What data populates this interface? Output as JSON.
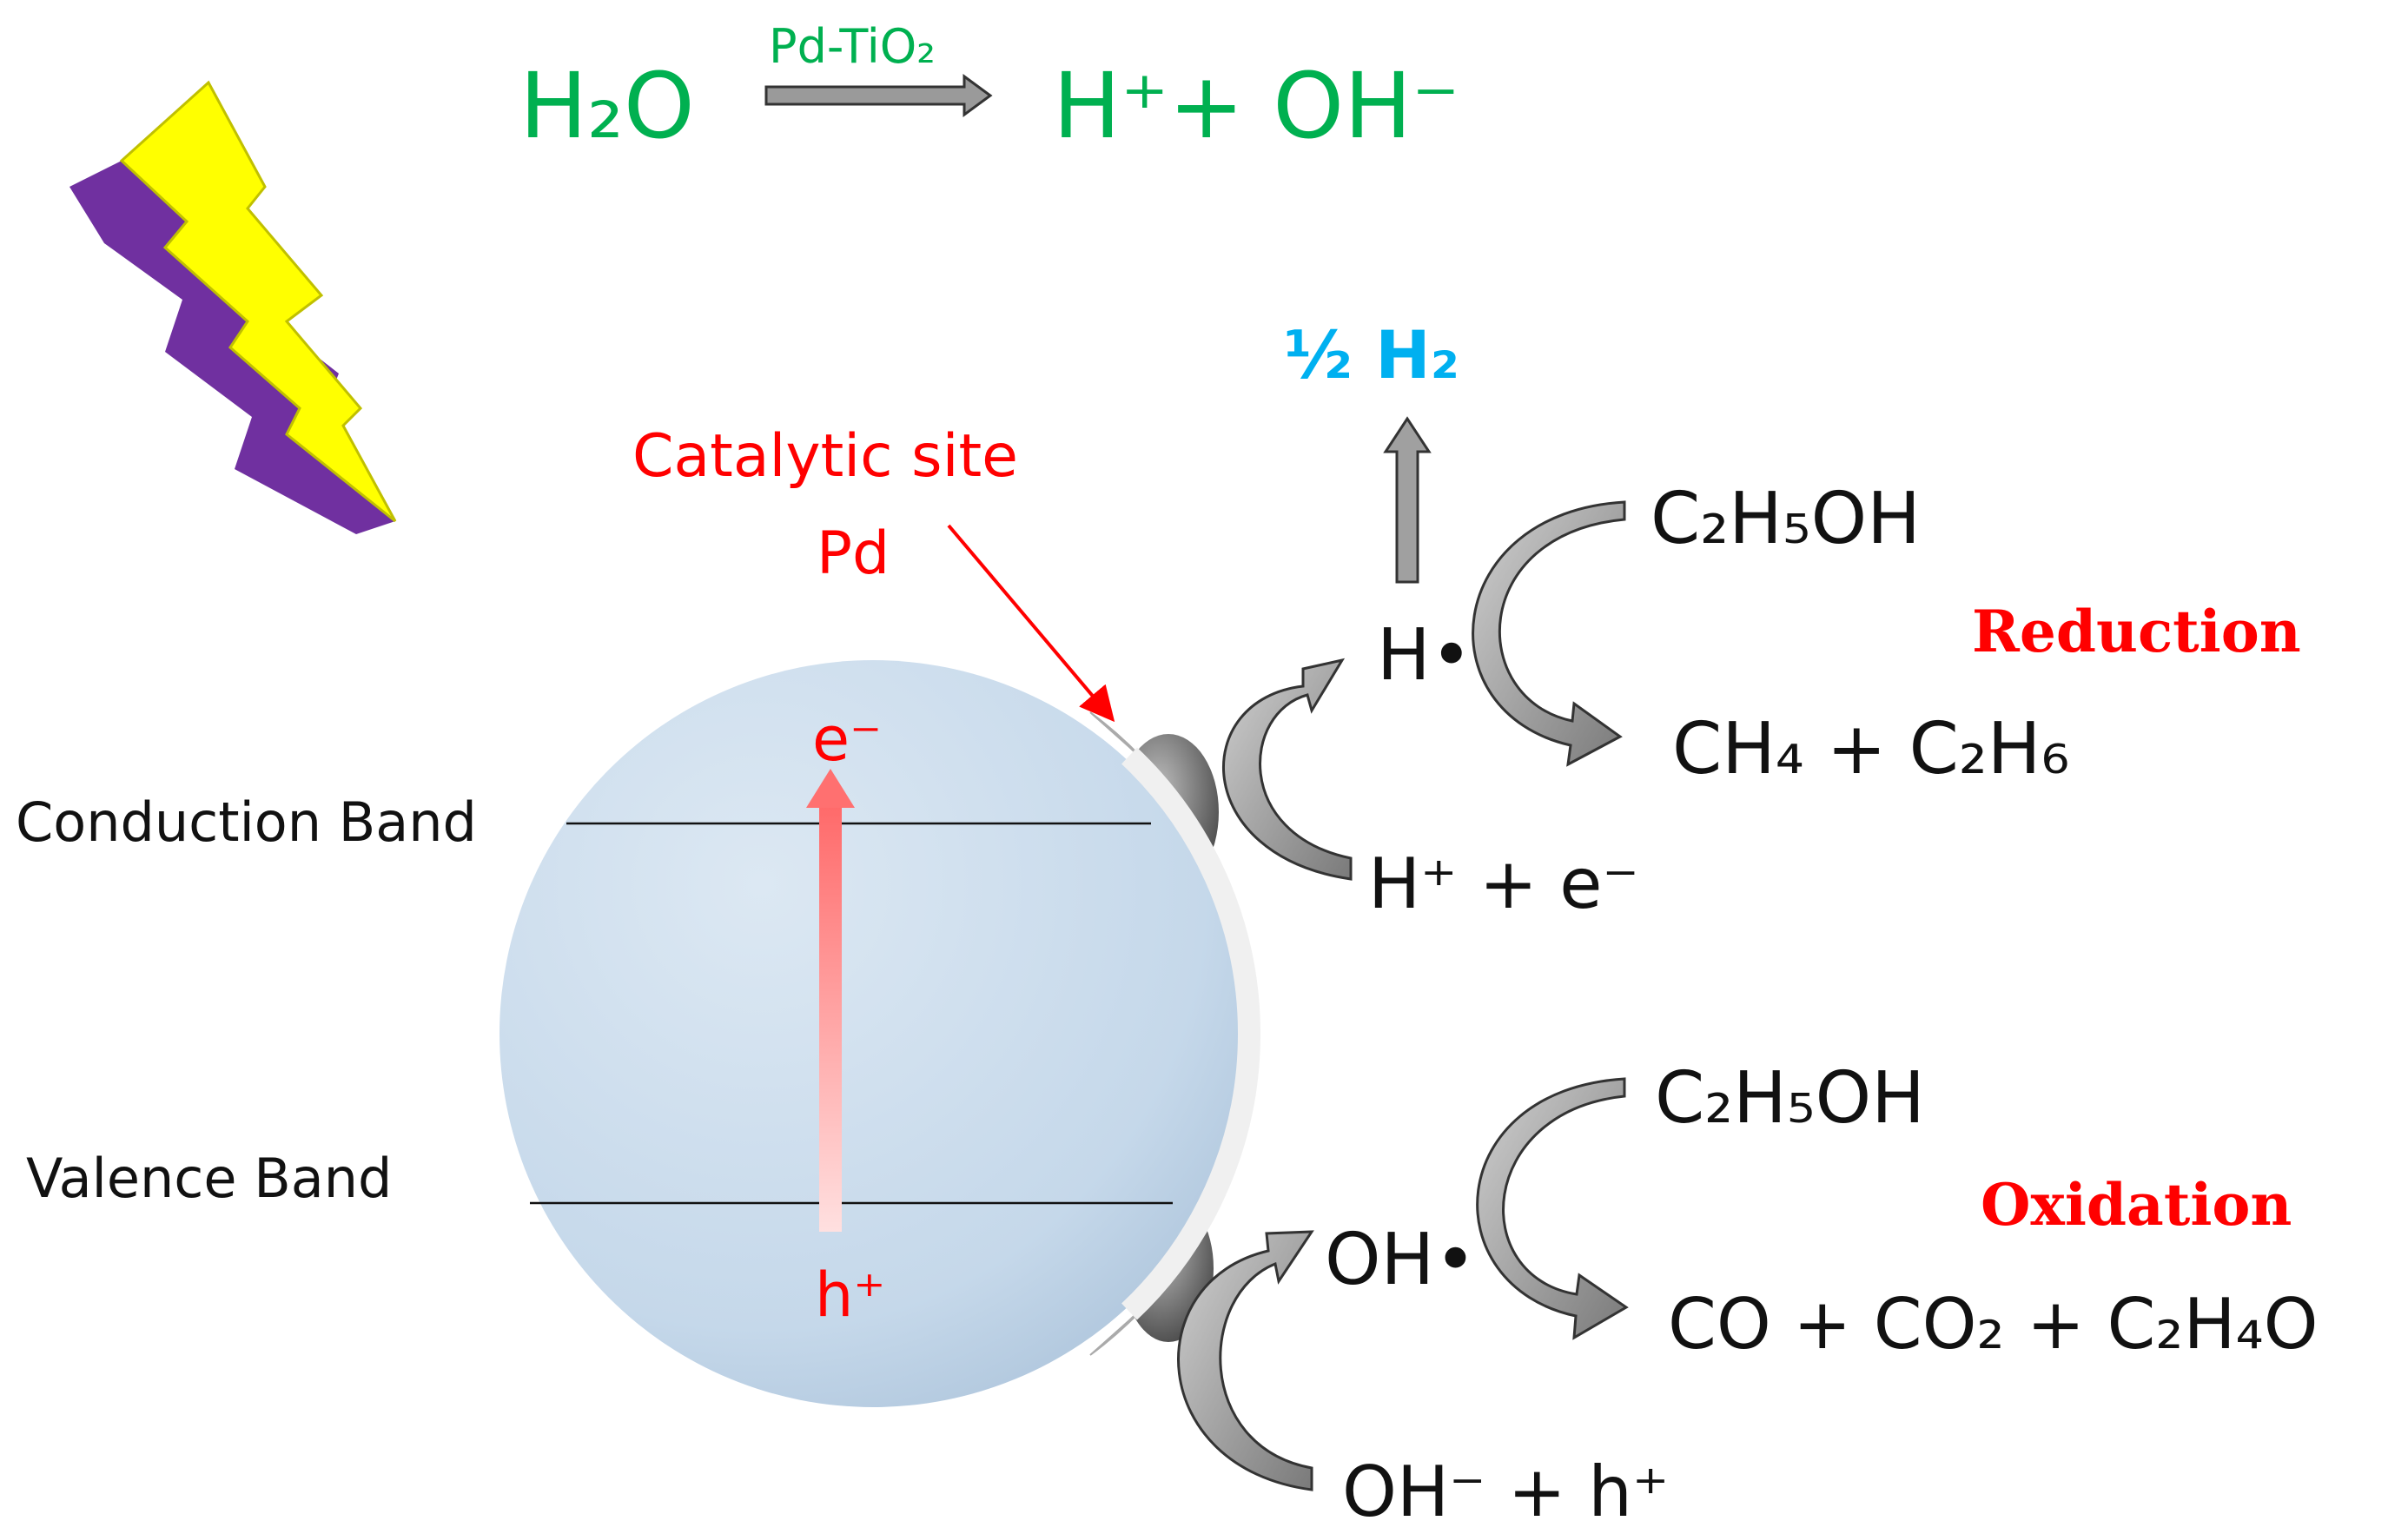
{
  "equation": {
    "reactant": "H₂O",
    "catalyst": "Pd-TiO₂",
    "products": "H⁺+ OH⁻"
  },
  "particle": {
    "conduction_band_label": "Conduction Band",
    "valence_band_label": "Valence Band",
    "electron": "e⁻",
    "hole": "h⁺"
  },
  "catalytic_site": {
    "line1": "Catalytic site",
    "line2": "Pd"
  },
  "reduction": {
    "product_h2": "½ H₂",
    "h_radical": "H•",
    "reactants": "H⁺ + e⁻",
    "ethanol": "C₂H₅OH",
    "products": "CH₄ + C₂H₆",
    "label": "Reduction"
  },
  "oxidation": {
    "oh_radical": "OH•",
    "reactants": "OH⁻ +  h⁺",
    "ethanol": "C₂H₅OH",
    "products": "CO + CO₂ + C₂H₄O",
    "label": "Oxidation"
  },
  "colors": {
    "equation_green": "#00b050",
    "h2_blue": "#00b0f0",
    "red": "#ff0000",
    "black": "#111111",
    "sphere": "#c7d9ea",
    "bolt_yellow": "#ffff00",
    "bolt_purple": "#7030a0",
    "gray_arrow": "#8a8a8a"
  }
}
